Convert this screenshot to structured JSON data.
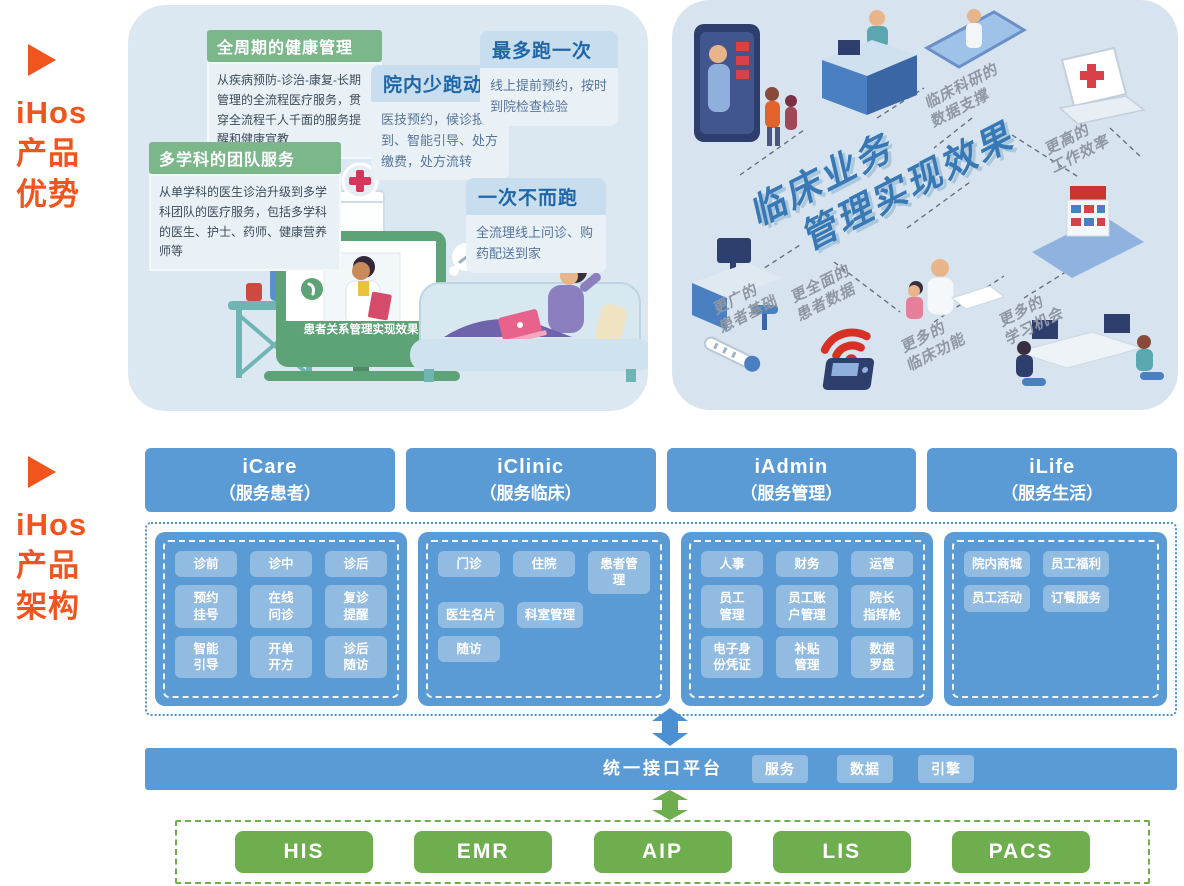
{
  "section_advantages": {
    "lines": [
      "iHos",
      "产品",
      "优势"
    ]
  },
  "section_architecture": {
    "lines": [
      "iHos",
      "产品",
      "架构"
    ]
  },
  "advantages_panel": {
    "callouts": [
      {
        "style": "green",
        "title": "全周期的健康管理",
        "body": "从疾病预防-诊治-康复-长期管理的全流程医疗服务，贯穿全流程千人千面的服务提醒和健康宣教"
      },
      {
        "style": "blue",
        "title": "院内少跑动",
        "body": "医技预约，候诊报到、智能引导、处方缴费，处方流转"
      },
      {
        "style": "blue",
        "title": "最多跑一次",
        "body": "线上提前预约，按时到院检查检验"
      },
      {
        "style": "green",
        "title": "多学科的团队服务",
        "body": "从单学科的医生诊治升级到多学科团队的医疗服务，包括多学科的医生、护士、药师、健康营养师等"
      },
      {
        "style": "blue",
        "title": "一次不而跑",
        "body": "全流理线上问诊、购药配送到家"
      }
    ],
    "caption": "患者关系管理实现效果",
    "bubble_marks": "??"
  },
  "effects_panel": {
    "center_title": [
      "临床业务",
      "管理实现效果"
    ],
    "labels": [
      "更广的\n患者基础",
      "临床科研的\n数据支撑",
      "更高的\n工作效率",
      "更全面的\n患者数据",
      "更多的\n临床功能",
      "更多的\n学习机会"
    ]
  },
  "architecture": {
    "products": [
      {
        "name": "iCare",
        "subtitle": "（服务患者）",
        "chips": [
          [
            "诊前",
            "诊中",
            "诊后"
          ],
          [
            "预约\n挂号",
            "在线\n问诊",
            "复诊\n提醒"
          ],
          [
            "智能\n引导",
            "开单\n开方",
            "诊后\n随访"
          ]
        ]
      },
      {
        "name": "iClinic",
        "subtitle": "（服务临床）",
        "chips": [
          [
            "门诊",
            "住院",
            "患者管理"
          ],
          [
            "医生名片",
            "科室管理"
          ],
          [
            "随访"
          ]
        ]
      },
      {
        "name": "iAdmin",
        "subtitle": "（服务管理）",
        "chips": [
          [
            "人事",
            "财务",
            "运营"
          ],
          [
            "员工\n管理",
            "员工账\n户管理",
            "院长\n指挥舱"
          ],
          [
            "电子身\n份凭证",
            "补贴\n管理",
            "数据\n罗盘"
          ]
        ]
      },
      {
        "name": "iLife",
        "subtitle": "（服务生活）",
        "chips": [
          [
            "院内商城",
            "员工福利"
          ],
          [
            "员工活动",
            "订餐服务"
          ]
        ]
      }
    ],
    "platform": {
      "label": "统一接口平台",
      "chips": [
        "服务",
        "数据",
        "引擎"
      ]
    },
    "systems": [
      "HIS",
      "EMR",
      "AIP",
      "LIS",
      "PACS"
    ]
  },
  "icons": {
    "advantages-arrow-icon": "right-triangle",
    "architecture-arrow-icon": "right-triangle",
    "medical-cross-icon": "red cross",
    "wifi-icon": "red wifi arcs",
    "blue-updown-arrow-icon": "vertical double arrow",
    "green-updown-arrow-icon": "vertical double arrow"
  },
  "colors": {
    "accent_orange": "#f2541d",
    "panel_blue": "#dbe8f2",
    "green_header": "#7cb78c",
    "callout_blue_text": "#1f66a8",
    "arch_blue": "#5b9bd5",
    "chip_blue": "#92bbe2",
    "system_green": "#6fae4e",
    "center_title_blue": "#3878b4"
  }
}
